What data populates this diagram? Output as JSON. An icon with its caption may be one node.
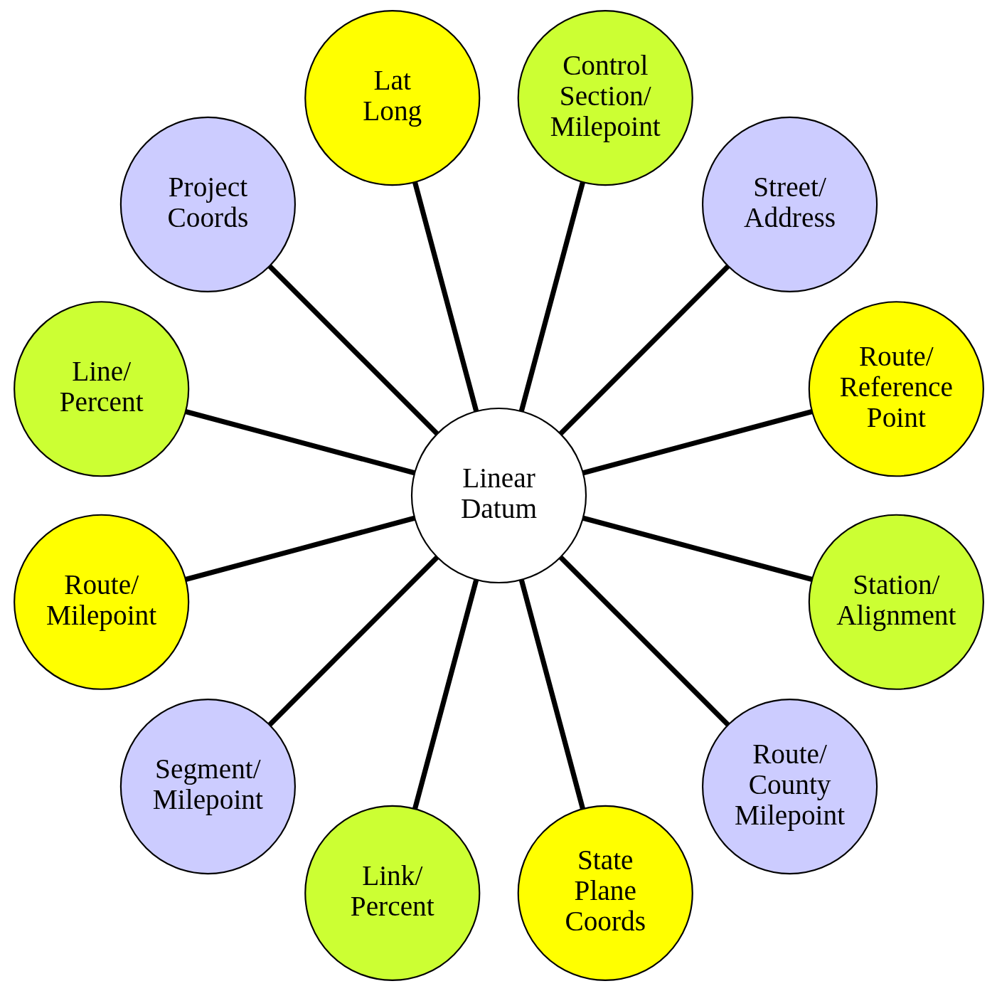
{
  "diagram": {
    "nodes": [
      {
        "text": [
          "Linear Datum"
        ]
      },
      {
        "text": [
          "Route/ Reference Point"
        ]
      },
      {
        "text": [
          "Street/ Address"
        ]
      },
      {
        "text": [
          "Control Section/ Milepoint"
        ]
      },
      {
        "text": [
          "Lat Long"
        ]
      },
      {
        "text": [
          "Project Coords"
        ]
      },
      {
        "text": [
          "Line/ Percent"
        ]
      },
      {
        "text": [
          "Route/ Milepoint"
        ]
      },
      {
        "text": [
          "Segment/ Milepoint"
        ]
      },
      {
        "text": [
          "Link/ Percent"
        ]
      },
      {
        "text": [
          "State Plane Coords"
        ]
      },
      {
        "text": [
          "Route/ County Milepoint"
        ]
      },
      {
        "text": [
          "Station/ Alignment"
        ]
      }
    ],
    "edges": [
      {
        "from": 0,
        "to": 1,
        "arrow": "none"
      },
      {
        "from": 0,
        "to": 2,
        "arrow": "none"
      },
      {
        "from": 0,
        "to": 3,
        "arrow": "none"
      },
      {
        "from": 0,
        "to": 4,
        "arrow": "none"
      },
      {
        "from": 0,
        "to": 5,
        "arrow": "none"
      },
      {
        "from": 0,
        "to": 6,
        "arrow": "none"
      },
      {
        "from": 0,
        "to": 7,
        "arrow": "none"
      },
      {
        "from": 0,
        "to": 8,
        "arrow": "none"
      },
      {
        "from": 0,
        "to": 9,
        "arrow": "none"
      },
      {
        "from": 0,
        "to": 10,
        "arrow": "none"
      },
      {
        "from": 0,
        "to": 11,
        "arrow": "none"
      },
      {
        "from": 0,
        "to": 12,
        "arrow": "none"
      }
    ]
  }
}
